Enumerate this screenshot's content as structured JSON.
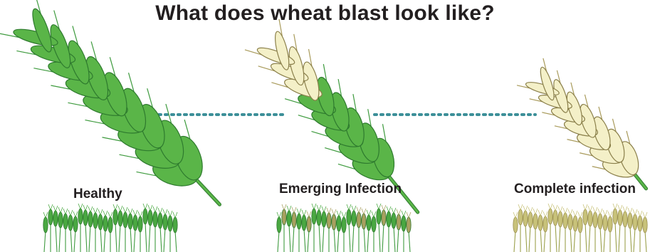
{
  "title": "What does wheat blast look like?",
  "stages": [
    {
      "label": "Healthy",
      "head_color": "#5ab548",
      "field_color": "#4aa842",
      "infected_fraction": 0
    },
    {
      "label": "Emerging Infection",
      "head_color": "#5ab548",
      "field_color": "#4aa842",
      "infected_fraction": 0.4
    },
    {
      "label": "Complete infection",
      "head_color": "#f4f0c8",
      "field_color": "#c8c27a",
      "infected_fraction": 1
    }
  ],
  "colors": {
    "healthy_green": "#5ab548",
    "healthy_dark": "#2e7a2e",
    "infected_cream": "#f4f0c8",
    "infected_outline": "#8a7f4a",
    "connector_teal": "#3c8f98"
  }
}
